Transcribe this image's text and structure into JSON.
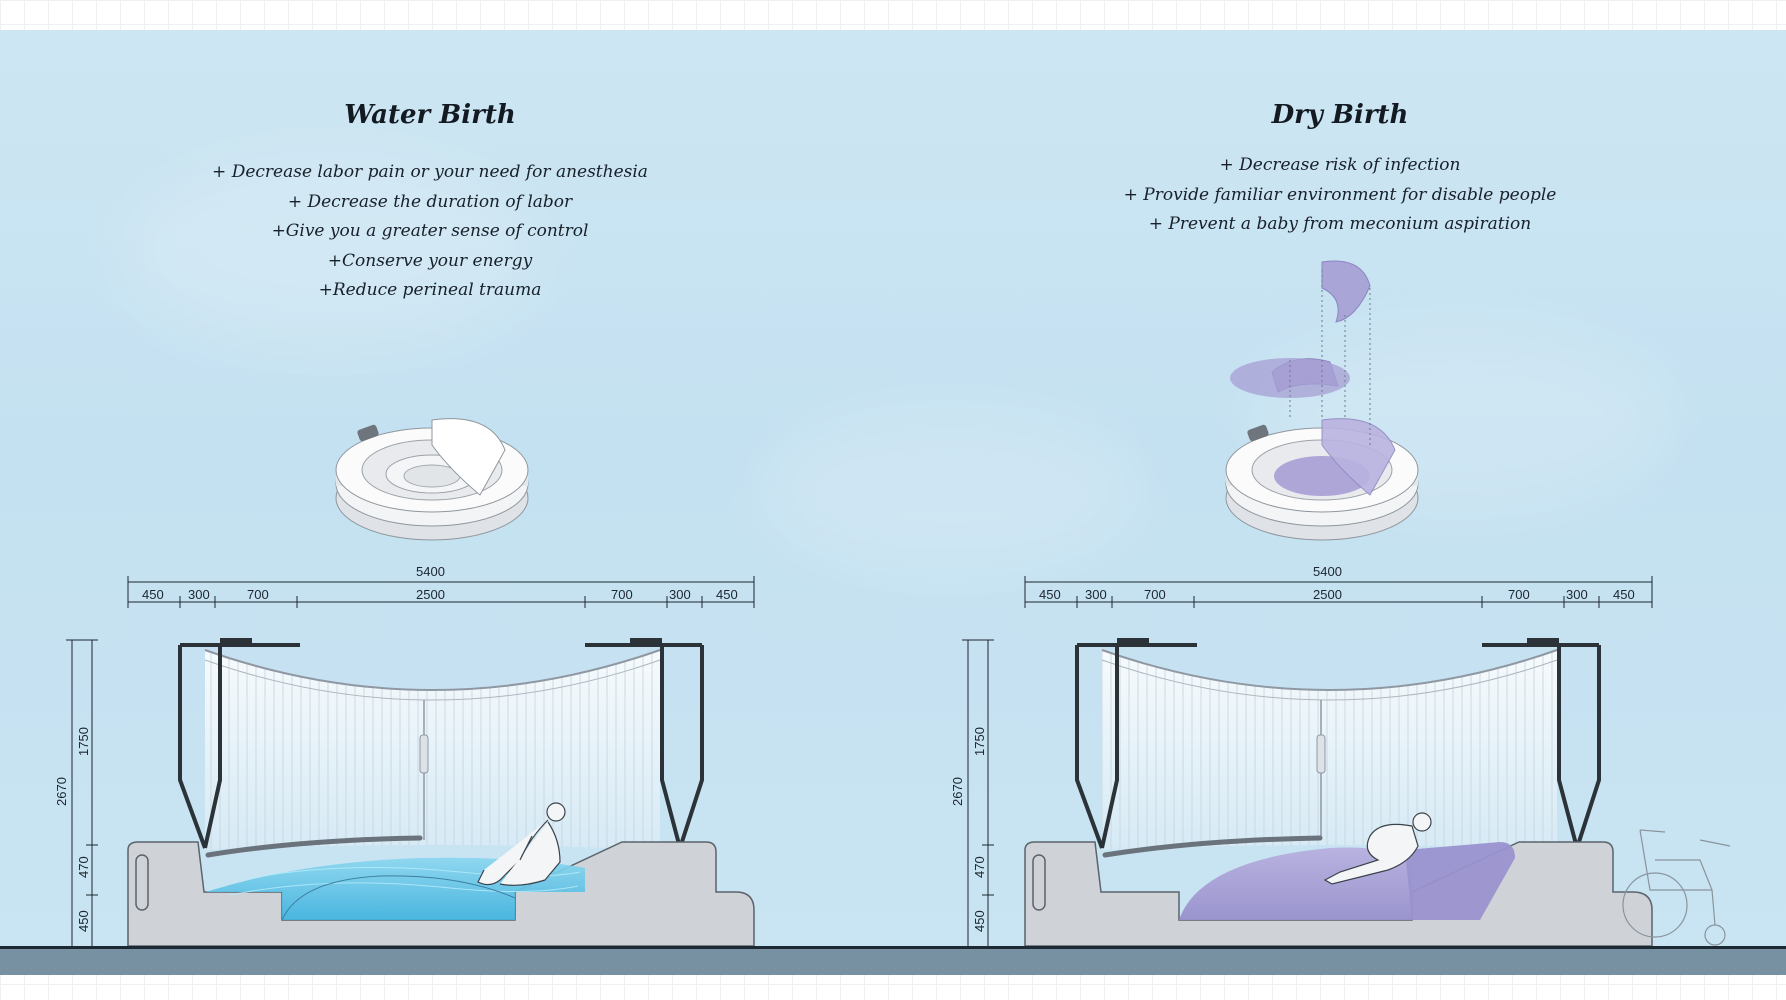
{
  "panels": [
    {
      "title": "Water Birth",
      "benefits": [
        "+ Decrease labor pain or your need for anesthesia",
        "+ Decrease the duration of labor",
        "+Give you a greater sense of control",
        "+Conserve your energy",
        "+Reduce perineal trauma"
      ],
      "dimension_total": "5400",
      "dimension_segments": [
        "450",
        "300",
        "700",
        "2500",
        "700",
        "300",
        "450"
      ],
      "height_total": "2670",
      "height_segments": [
        "1750",
        "470",
        "450"
      ]
    },
    {
      "title": "Dry Birth",
      "benefits": [
        "+ Decrease risk of infection",
        "+ Provide familiar environment for disable people",
        "+ Prevent a baby from meconium aspiration"
      ],
      "dimension_total": "5400",
      "dimension_segments": [
        "450",
        "300",
        "700",
        "2500",
        "700",
        "300",
        "450"
      ],
      "height_total": "2670",
      "height_segments": [
        "1750",
        "470",
        "450"
      ]
    }
  ],
  "colors": {
    "background": "#c8e3f2",
    "water": "#5fc3e6",
    "dry_cushion": "#a69fd3",
    "structure": "#cfd3d8",
    "ground": "#7791a3"
  }
}
